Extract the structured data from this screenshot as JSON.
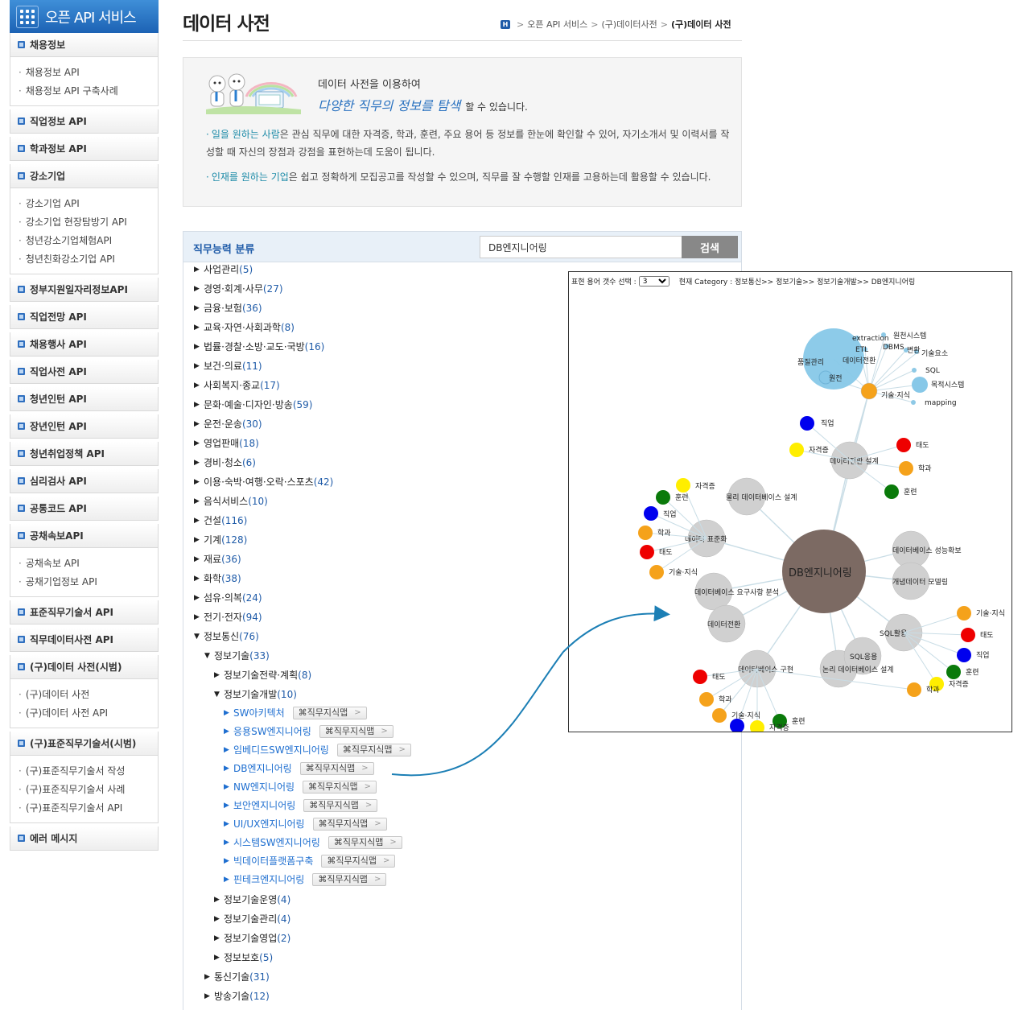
{
  "sidebar": {
    "title": "오픈 API 서비스",
    "sections": [
      {
        "label": "채용정보",
        "subs": [
          "채용정보 API",
          "채용정보 API 구축사례"
        ]
      },
      {
        "label": "직업정보 API",
        "subs": []
      },
      {
        "label": "학과정보 API",
        "subs": []
      },
      {
        "label": "강소기업",
        "subs": [
          "강소기업 API",
          "강소기업 현장탐방기 API",
          "청년강소기업체험API",
          "청년친화강소기업 API"
        ]
      },
      {
        "label": "정부지원일자리정보API",
        "subs": []
      },
      {
        "label": "직업전망 API",
        "subs": []
      },
      {
        "label": "채용행사 API",
        "subs": []
      },
      {
        "label": "직업사전 API",
        "subs": []
      },
      {
        "label": "청년인턴 API",
        "subs": []
      },
      {
        "label": "장년인턴 API",
        "subs": []
      },
      {
        "label": "청년취업정책 API",
        "subs": []
      },
      {
        "label": "심리검사 API",
        "subs": []
      },
      {
        "label": "공통코드 API",
        "subs": []
      },
      {
        "label": "공채속보API",
        "subs": [
          "공채속보 API",
          "공채기업정보 API"
        ]
      },
      {
        "label": "표준직무기술서 API",
        "subs": []
      },
      {
        "label": "직무데이터사전 API",
        "subs": []
      },
      {
        "label": "(구)데이터 사전(시범)",
        "subs": [
          "(구)데이터 사전",
          "(구)데이터 사전 API"
        ]
      },
      {
        "label": "(구)표준직무기술서(시범)",
        "subs": [
          "(구)표준직무기술서 작성",
          "(구)표준직무기술서 사례",
          "(구)표준직무기술서 API"
        ]
      },
      {
        "label": "에러 메시지",
        "subs": []
      }
    ]
  },
  "header": {
    "title": "데이터 사전",
    "breadcrumb": [
      "오픈 API 서비스",
      "(구)데이터사전",
      "(구)데이터 사전"
    ]
  },
  "intro": {
    "lead1": "데이터 사전을 이용하여",
    "lead2_hand": "다양한 직무의 정보를 탐색",
    "lead2_tail": "할 수 있습니다.",
    "p1_hl": "일을 원하는 사람",
    "p1_rest": "은 관심 직무에 대한 자격증, 학과, 훈련, 주요 용어 등 정보를 한눈에 확인할 수 있어, 자기소개서 및 이력서를 작성할 때 자신의 장점과 강점을 표현하는데 도움이 됩니다.",
    "p2_hl": "인재를 원하는 기업",
    "p2_rest": "은 쉽고 정확하게 모집공고를 작성할 수 있으며, 직무를 잘 수행할 인재를 고용하는데 활용할 수 있습니다."
  },
  "panel": {
    "title": "직무능력 분류",
    "search_value": "DB엔지니어링",
    "search_button": "검색",
    "map_button_label": "직무지식맵",
    "tree": [
      {
        "level": 0,
        "open": false,
        "label": "사업관리",
        "count": "(5)"
      },
      {
        "level": 0,
        "open": false,
        "label": "경영·회계·사무",
        "count": "(27)"
      },
      {
        "level": 0,
        "open": false,
        "label": "금융·보험",
        "count": "(36)"
      },
      {
        "level": 0,
        "open": false,
        "label": "교육·자연·사회과학",
        "count": "(8)"
      },
      {
        "level": 0,
        "open": false,
        "label": "법률·경찰·소방·교도·국방",
        "count": "(16)"
      },
      {
        "level": 0,
        "open": false,
        "label": "보건·의료",
        "count": "(11)"
      },
      {
        "level": 0,
        "open": false,
        "label": "사회복지·종교",
        "count": "(17)"
      },
      {
        "level": 0,
        "open": false,
        "label": "문화·예술·디자인·방송",
        "count": "(59)"
      },
      {
        "level": 0,
        "open": false,
        "label": "운전·운송",
        "count": "(30)"
      },
      {
        "level": 0,
        "open": false,
        "label": "영업판매",
        "count": "(18)"
      },
      {
        "level": 0,
        "open": false,
        "label": "경비·청소",
        "count": "(6)"
      },
      {
        "level": 0,
        "open": false,
        "label": "이용·숙박·여행·오락·스포츠",
        "count": "(42)"
      },
      {
        "level": 0,
        "open": false,
        "label": "음식서비스",
        "count": "(10)"
      },
      {
        "level": 0,
        "open": false,
        "label": "건설",
        "count": "(116)"
      },
      {
        "level": 0,
        "open": false,
        "label": "기계",
        "count": "(128)"
      },
      {
        "level": 0,
        "open": false,
        "label": "재료",
        "count": "(36)"
      },
      {
        "level": 0,
        "open": false,
        "label": "화학",
        "count": "(38)"
      },
      {
        "level": 0,
        "open": false,
        "label": "섬유·의복",
        "count": "(24)"
      },
      {
        "level": 0,
        "open": false,
        "label": "전기·전자",
        "count": "(94)"
      },
      {
        "level": 0,
        "open": true,
        "label": "정보통신",
        "count": "(76)"
      },
      {
        "level": 1,
        "open": true,
        "label": "정보기술",
        "count": "(33)"
      },
      {
        "level": 2,
        "open": false,
        "label": "정보기술전략·계획",
        "count": "(8)"
      },
      {
        "level": 2,
        "open": true,
        "label": "정보기술개발",
        "count": "(10)"
      },
      {
        "level": 3,
        "label": "SW아키텍처",
        "map": true
      },
      {
        "level": 3,
        "label": "응용SW엔지니어링",
        "map": true
      },
      {
        "level": 3,
        "label": "임베디드SW엔지니어링",
        "map": true
      },
      {
        "level": 3,
        "label": "DB엔지니어링",
        "map": true
      },
      {
        "level": 3,
        "label": "NW엔지니어링",
        "map": true
      },
      {
        "level": 3,
        "label": "보안엔지니어링",
        "map": true
      },
      {
        "level": 3,
        "label": "UI/UX엔지니어링",
        "map": true
      },
      {
        "level": 3,
        "label": "시스템SW엔지니어링",
        "map": true
      },
      {
        "level": 3,
        "label": "빅데이터플랫폼구축",
        "map": true
      },
      {
        "level": 3,
        "label": "핀테크엔지니어링",
        "map": true
      },
      {
        "level": 2,
        "open": false,
        "label": "정보기술운영",
        "count": "(4)"
      },
      {
        "level": 2,
        "open": false,
        "label": "정보기술관리",
        "count": "(4)"
      },
      {
        "level": 2,
        "open": false,
        "label": "정보기술영업",
        "count": "(2)"
      },
      {
        "level": 2,
        "open": false,
        "label": "정보보호",
        "count": "(5)"
      },
      {
        "level": 1,
        "open": false,
        "label": "통신기술",
        "count": "(31)"
      },
      {
        "level": 1,
        "open": false,
        "label": "방송기술",
        "count": "(12)"
      }
    ]
  },
  "graph": {
    "select_label": "표현 용어 갯수 선택 :",
    "select_value": "3",
    "category": "현재 Category : 정보통신>> 정보기술>> 정보기술개발>> DB엔지니어링",
    "colors": {
      "hub": "#7c6a63",
      "mid": "#d0d0d0",
      "bigblue": "#87c8e8",
      "small": "#8ec9e6",
      "blue": "#0000ee",
      "red": "#ee0000",
      "orange": "#f5a21b",
      "green": "#0a7a0a",
      "yellow": "#ffee00"
    },
    "center": "DB엔지니어링",
    "mid_nodes": [
      "물리 데이터베이스 설계",
      "데이터 표준화",
      "데이터베이스 요구사항 분석",
      "데이터전환",
      "데이터베이스 성능확보",
      "개념데이터 모델링",
      "SQL활용",
      "데이터베이스 구현",
      "논리 데이터베이스 설계",
      "SQL응용",
      "데이터전환 설계",
      "기술·지식"
    ],
    "big_node": "데이터전환",
    "terms": [
      "원전",
      "extraction",
      "ETL",
      "DBMS",
      "원천시스템",
      "변환",
      "기술요소",
      "SQL",
      "목적시스템",
      "mapping",
      "품질관리"
    ],
    "leaf_labels": [
      "직업",
      "자격증",
      "태도",
      "학과",
      "훈련",
      "기술·지식",
      "학과",
      "태도",
      "직업",
      "훈련",
      "자격증",
      "태도",
      "학과",
      "기술·지식",
      "자격증"
    ]
  }
}
